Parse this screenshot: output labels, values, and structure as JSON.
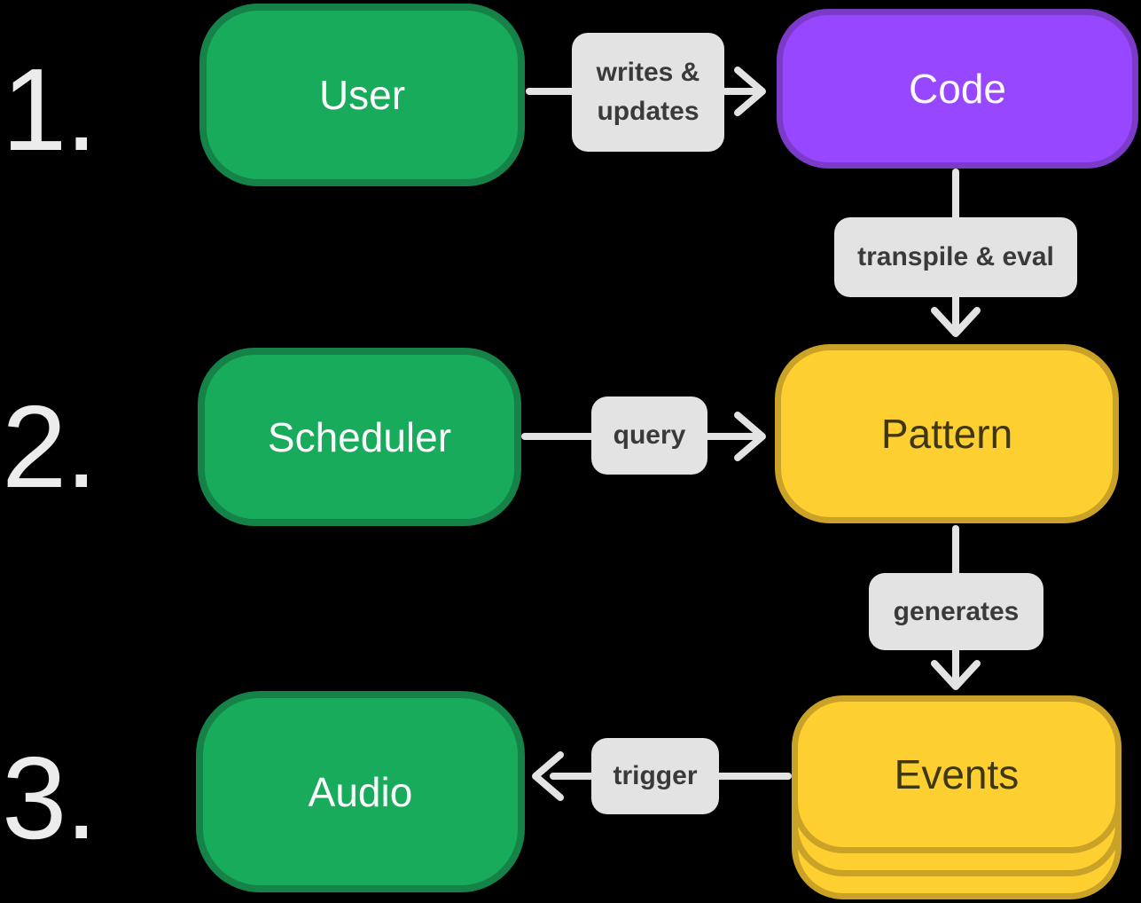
{
  "steps": {
    "one": "1.",
    "two": "2.",
    "three": "3."
  },
  "nodes": {
    "user": "User",
    "code": "Code",
    "scheduler": "Scheduler",
    "pattern": "Pattern",
    "audio": "Audio",
    "events": "Events"
  },
  "edges": {
    "writes_updates": {
      "line1": "writes &",
      "line2": "updates"
    },
    "transpile_eval": {
      "label": "transpile & eval"
    },
    "query": {
      "label": "query"
    },
    "generates": {
      "label": "generates"
    },
    "trigger": {
      "label": "trigger"
    }
  },
  "colors": {
    "background": "#000000",
    "green_fill": "#18ab5c",
    "green_border": "#158248",
    "purple_fill": "#9747ff",
    "purple_border": "#7c3ac8",
    "yellow_fill": "#fdcf30",
    "yellow_border": "#c9a227",
    "yellow_text": "#3e3712",
    "label_bg": "#e3e3e3",
    "label_text": "#3a3a3a",
    "arrow": "#e3e3e3",
    "step_number": "#ececec"
  }
}
